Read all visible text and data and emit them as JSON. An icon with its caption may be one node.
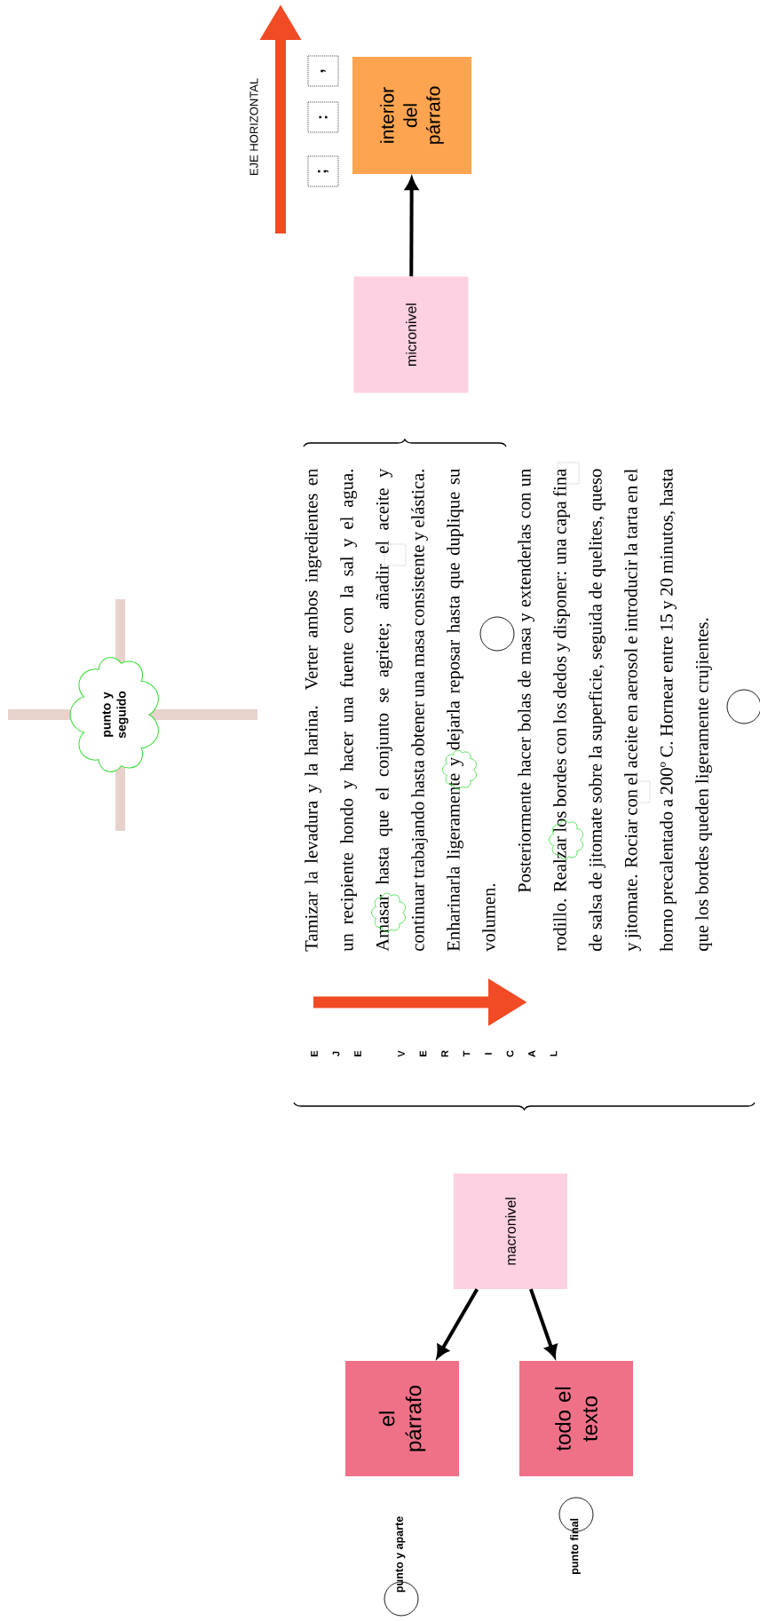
{
  "diagram": {
    "nodes": [
      {
        "text": [
          "el párrafo"
        ],
        "beside": [
          "punto y aparte"
        ]
      },
      {
        "text": [
          "todo el texto"
        ],
        "beside": [
          "punto final"
        ]
      },
      {
        "text": [
          "macronivel"
        ]
      },
      {
        "text": [
          "punto y seguido"
        ]
      },
      {
        "text": [
          "micronivel"
        ]
      },
      {
        "text": [
          "interior del párrafo"
        ]
      }
    ],
    "edges": [
      {
        "from": 2,
        "to": 0,
        "arrow": "to"
      },
      {
        "from": 2,
        "to": 1,
        "arrow": "to"
      },
      {
        "from": 4,
        "to": 5,
        "arrow": "to"
      }
    ],
    "labels": [
      "EJE VERTICAL",
      "Tamizar la levadura y la harina. Verter ambos ingredientes en un recipiente hondo y hacer una fuente con la sal y el agua. Amasar hasta que el conjunto se agriete; añadir el aceite y continuar trabajando hasta obtener una masa consistente y elástica. Enharinarla ligeramente y dejarla reposar hasta que duplique su volumen.",
      "Posteriormente hacer bolas de masa y extenderlas con un rodillo. Realzar los bordes con los dedos y disponer: una capa fina de salsa de jitomate sobre la superficie, seguida de quelites, queso y jitomate. Rociar con el aceite en aerosol e introducir la tarta en el horno precalentado a 200º C. Hornear entre 15 y 20 minutos, hasta que los bordes queden ligeramente crujientes.",
      "EJE HORIZONTAL",
      ";",
      ":",
      ","
    ]
  }
}
